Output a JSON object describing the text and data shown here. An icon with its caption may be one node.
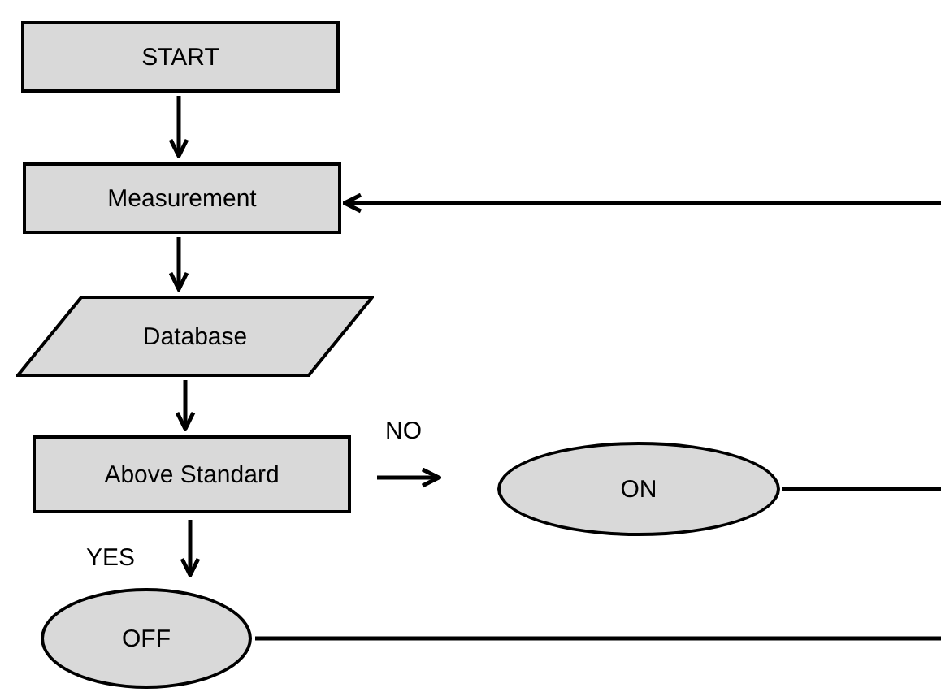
{
  "diagram": {
    "nodes": [
      {
        "text": [
          "START"
        ]
      },
      {
        "text": [
          "Measurement"
        ]
      },
      {
        "text": [
          "Database"
        ]
      },
      {
        "text": [
          "Above Standard"
        ]
      },
      {
        "text": [
          "ON"
        ]
      },
      {
        "text": [
          "OFF"
        ]
      }
    ],
    "edges": [
      {
        "from": 0,
        "to": 1,
        "arrow": "to"
      },
      {
        "from": 1,
        "to": 2,
        "arrow": "to"
      },
      {
        "from": 2,
        "to": 3,
        "arrow": "to"
      },
      {
        "from": 3,
        "to": 4,
        "arrow": "to",
        "label": "NO"
      },
      {
        "from": 3,
        "to": 5,
        "arrow": "to",
        "label": "YES"
      },
      {
        "from": 4,
        "to": null,
        "arrow": "none"
      },
      {
        "from": 5,
        "to": null,
        "arrow": "none"
      },
      {
        "from": null,
        "to": 1,
        "arrow": "to"
      }
    ]
  }
}
